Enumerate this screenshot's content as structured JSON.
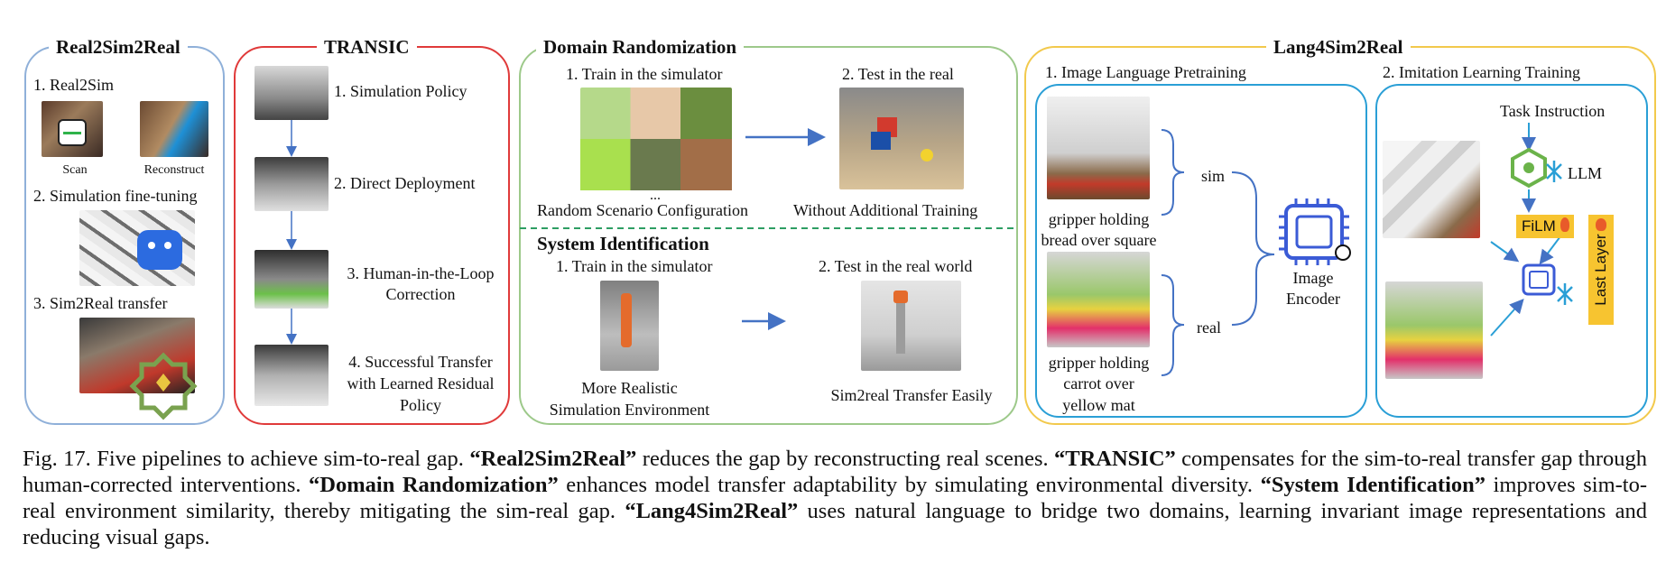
{
  "panels": {
    "real2sim2real": {
      "title": "Real2Sim2Real",
      "step1": "1. Real2Sim",
      "scan": "Scan",
      "reconstruct": "Reconstruct",
      "step2": "2. Simulation fine-tuning",
      "step3": "3. Sim2Real transfer"
    },
    "transic": {
      "title": "TRANSIC",
      "step1": "1. Simulation Policy",
      "step2": "2. Direct Deployment",
      "step3a": "3. Human-in-the-Loop",
      "step3b": "Correction",
      "step4a": "4. Successful Transfer",
      "step4b": "with Learned Residual",
      "step4c": "Policy"
    },
    "domain_randomization": {
      "title": "Domain Randomization",
      "train": "1. Train in the simulator",
      "test": "2. Test in the real",
      "ellipsis": "...",
      "random_config": "Random Scenario Configuration",
      "without_training": "Without Additional Training"
    },
    "system_identification": {
      "title": "System Identification",
      "train": "1. Train in the simulator",
      "test": "2. Test in the real world",
      "env_a": "More Realistic",
      "env_b": "Simulation Environment",
      "transfer": "Sim2real Transfer Easily"
    },
    "lang4sim2real": {
      "title": "Lang4Sim2Real",
      "pretrain": "1. Image Language Pretraining",
      "imitation": "2. Imitation Learning Training",
      "sim": "sim",
      "real": "real",
      "sim_caption_a": "gripper holding",
      "sim_caption_b": "bread over square",
      "real_caption_a": "gripper holding",
      "real_caption_b": "carrot over",
      "real_caption_c": "yellow mat",
      "encoder_a": "Image",
      "encoder_b": "Encoder",
      "task_instruction": "Task Instruction",
      "llm": "LLM",
      "film": "FiLM",
      "last_layer": "Last Layer"
    }
  },
  "caption": {
    "prefix": "Fig. 17.  Five pipelines to achieve sim-to-real gap. ",
    "t1": "“Real2Sim2Real”",
    "s1": " reduces the gap by reconstructing real scenes. ",
    "t2": "“TRANSIC”",
    "s2": " compensates for the sim-to-real transfer gap through human-corrected interventions. ",
    "t3": "“Domain Randomization”",
    "s3": " enhances model transfer adaptability by simulating environmental diversity. ",
    "t4": "“System Identification”",
    "s4": " improves sim-to-real environment similarity, thereby mitigating the sim-real gap. ",
    "t5": "“Lang4Sim2Real”",
    "s5": " uses natural language to bridge two domains, learning invariant image representations and reducing visual gaps."
  },
  "colors": {
    "real2sim2real_border": "#8fb0d9",
    "transic_border": "#e03a3a",
    "dr_border": "#9dc98a",
    "lang_border": "#f2c94c",
    "inner_border": "#2a9fd6",
    "arrow": "#4472c4",
    "dashed": "#2e9e63"
  }
}
